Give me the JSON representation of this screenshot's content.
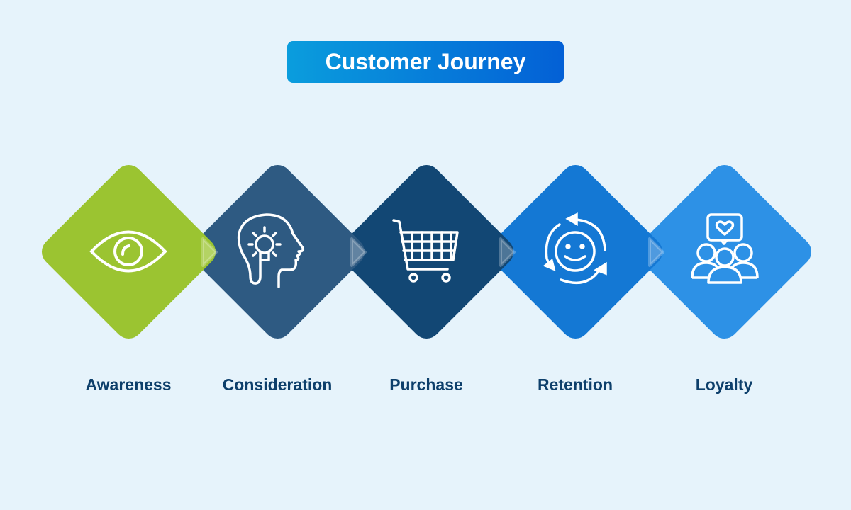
{
  "title": "Customer Journey",
  "stages": [
    {
      "label": "Awareness",
      "icon": "eye-icon",
      "color": "#9bc431"
    },
    {
      "label": "Consideration",
      "icon": "head-lightbulb-icon",
      "color": "#2e5a82"
    },
    {
      "label": "Purchase",
      "icon": "shopping-cart-icon",
      "color": "#124774"
    },
    {
      "label": "Retention",
      "icon": "smiley-cycle-icon",
      "color": "#1478d4"
    },
    {
      "label": "Loyalty",
      "icon": "community-heart-icon",
      "color": "#2d91e6"
    }
  ]
}
